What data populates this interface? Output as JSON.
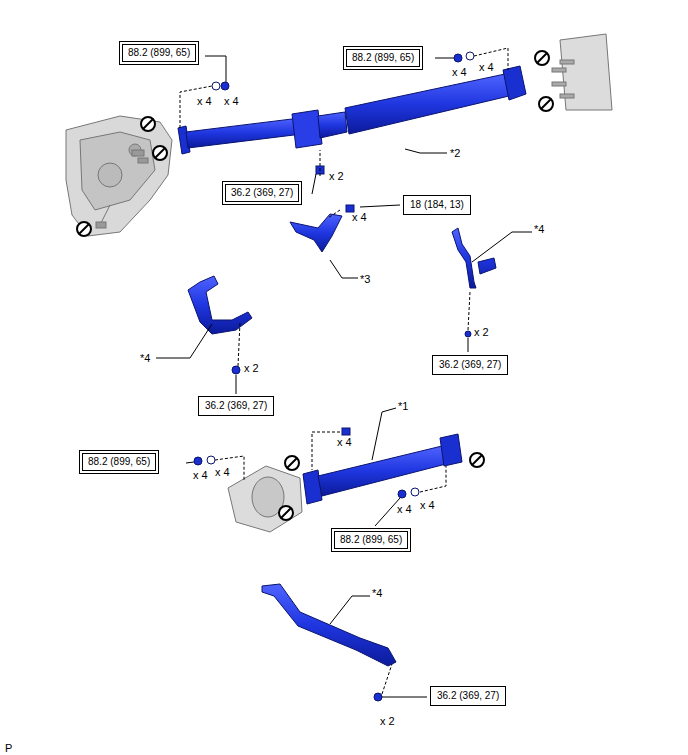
{
  "diagram": {
    "nodes": [
      {
        "text": [
          "88.2 (899, 65)"
        ]
      },
      {
        "text": [
          "88.2 (899, 65)"
        ]
      },
      {
        "text": [
          "36.2 (369, 27)"
        ]
      },
      {
        "text": [
          "18 (184, 13)"
        ]
      },
      {
        "text": [
          "36.2 (369, 27)"
        ]
      },
      {
        "text": [
          "36.2 (369, 27)"
        ]
      },
      {
        "text": [
          "88.2 (899, 65)"
        ]
      },
      {
        "text": [
          "88.2 (899, 65)"
        ]
      },
      {
        "text": [
          "36.2 (369, 27)"
        ]
      }
    ],
    "edges": [],
    "labels": [
      "x 4",
      "x 4",
      "x 4",
      "x 4",
      "*2",
      "x 2",
      "x 4",
      "*3",
      "*4",
      "x 2",
      "*4",
      "x 2",
      "*1",
      "x 4",
      "x 4",
      "x 4",
      "x 4",
      "x 4",
      "*4",
      "x 2",
      "P"
    ]
  }
}
